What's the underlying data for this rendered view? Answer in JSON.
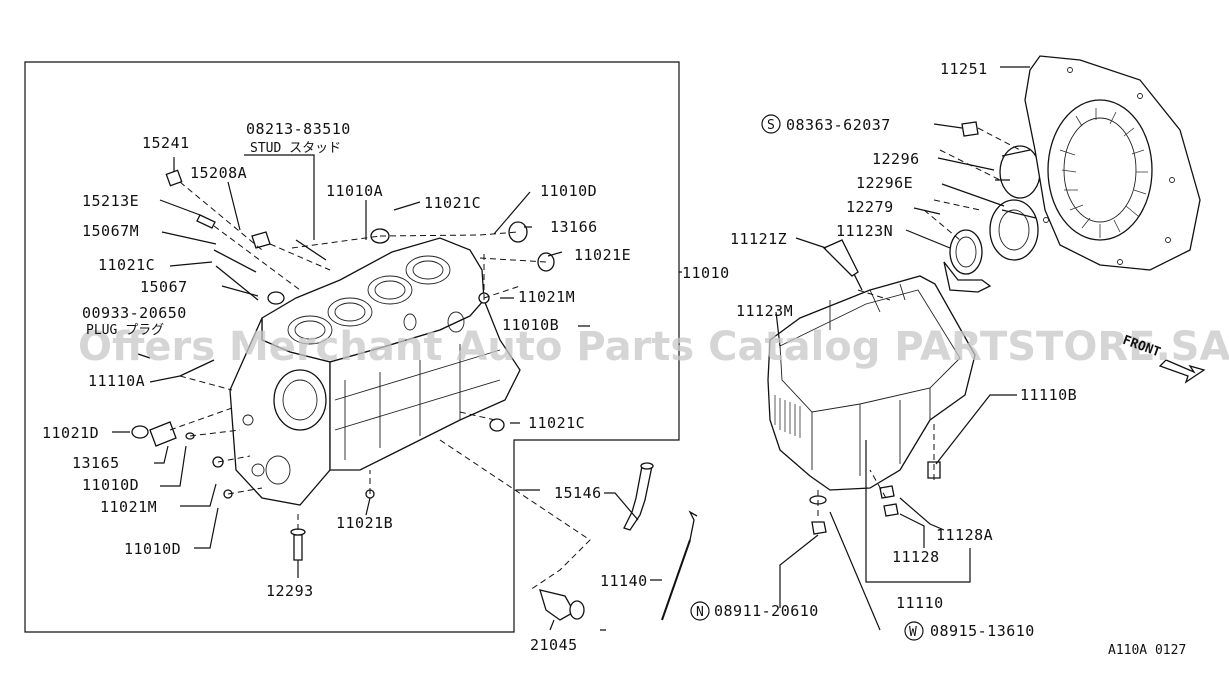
{
  "watermark": "Offers Merchant Auto Parts Catalog PARTSTORE.SA",
  "diagram_id": "A110A 0127",
  "front_label": "FRONT",
  "labels": {
    "p15241": "15241",
    "p08213": "08213-83510",
    "stud": "STUD スタッド",
    "p15208A": "15208A",
    "p15213E": "15213E",
    "p11010A": "11010A",
    "p11021C_top": "11021C",
    "p11010D_top": "11010D",
    "p13166": "13166",
    "p15067M": "15067M",
    "p11021C_left": "11021C",
    "p11021E": "11021E",
    "p15067": "15067",
    "p11010": "11010",
    "p11021M_top": "11021M",
    "p00933": "00933-20650",
    "plug": "PLUG プラグ",
    "p11010B": "11010B",
    "p11110A": "11110A",
    "p11021D": "11021D",
    "p11021C_mid": "11021C",
    "p13165": "13165",
    "p11010D_mid": "11010D",
    "p11021M_low": "11021M",
    "p11021B": "11021B",
    "p11010D_low": "11010D",
    "p12293": "12293",
    "p15146": "15146",
    "p11140": "11140",
    "p21045": "21045",
    "p11251": "11251",
    "p08363": "08363-62037",
    "p12296": "12296",
    "p12296E": "12296E",
    "p12279": "12279",
    "p11121Z": "11121Z",
    "p11123N": "11123N",
    "p11123M": "11123M",
    "p11110B": "11110B",
    "p11128A": "11128A",
    "p11128": "11128",
    "p11110": "11110",
    "p08911": "08911-20610",
    "p08915": "08915-13610"
  },
  "callout_marks": {
    "s": "S",
    "n": "N",
    "w": "W"
  }
}
